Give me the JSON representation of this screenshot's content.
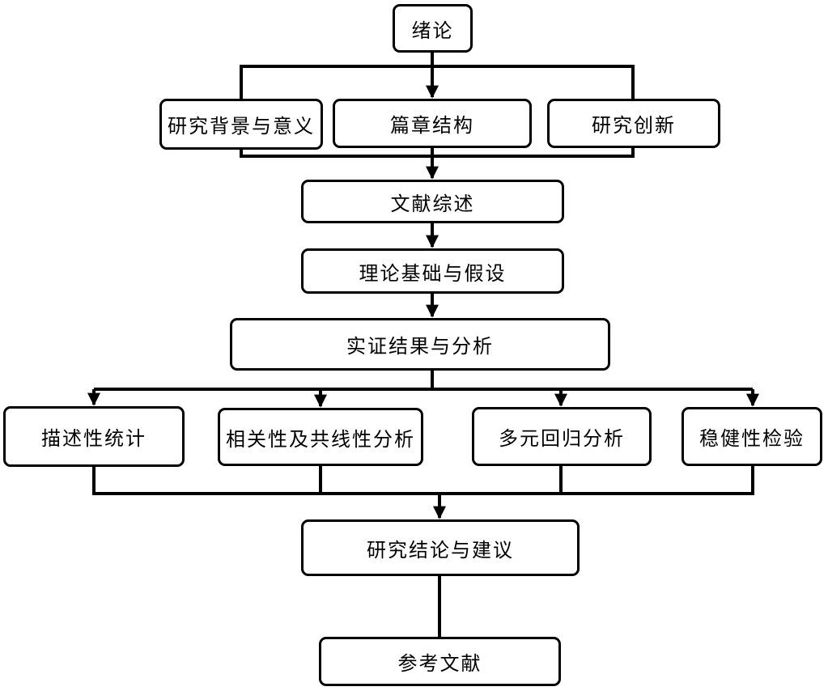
{
  "diagram": {
    "type": "flowchart",
    "background_color": "#ffffff",
    "line_color": "#000000",
    "node_fill_color": "#ffffff",
    "node_border_color": "#000000",
    "nodes": [
      {
        "id": "intro",
        "label": "绪论"
      },
      {
        "id": "background",
        "label": "研究背景与意义"
      },
      {
        "id": "structure",
        "label": "篇章结构"
      },
      {
        "id": "innovation",
        "label": "研究创新"
      },
      {
        "id": "literature",
        "label": "文献综述"
      },
      {
        "id": "theory",
        "label": "理论基础与假设"
      },
      {
        "id": "empirical",
        "label": "实证结果与分析"
      },
      {
        "id": "descriptive",
        "label": "描述性统计"
      },
      {
        "id": "correlation",
        "label": "相关性及共线性分析"
      },
      {
        "id": "regression",
        "label": "多元回归分析"
      },
      {
        "id": "robustness",
        "label": "稳健性检验"
      },
      {
        "id": "conclusion",
        "label": "研究结论与建议"
      },
      {
        "id": "references",
        "label": "参考文献"
      }
    ],
    "edges": [
      {
        "from": "intro",
        "to": "structure",
        "arrowhead": true
      },
      {
        "from": "intro",
        "to": "background",
        "arrowhead": false,
        "via": "bracket"
      },
      {
        "from": "intro",
        "to": "innovation",
        "arrowhead": false,
        "via": "bracket"
      },
      {
        "from": "structure",
        "to": "literature",
        "arrowhead": true
      },
      {
        "from": "literature",
        "to": "theory",
        "arrowhead": true
      },
      {
        "from": "theory",
        "to": "empirical",
        "arrowhead": true
      },
      {
        "from": "empirical",
        "to": "descriptive",
        "arrowhead": true
      },
      {
        "from": "empirical",
        "to": "correlation",
        "arrowhead": true
      },
      {
        "from": "empirical",
        "to": "regression",
        "arrowhead": true
      },
      {
        "from": "empirical",
        "to": "robustness",
        "arrowhead": true
      },
      {
        "from": "descriptive",
        "to": "conclusion",
        "arrowhead": true
      },
      {
        "from": "correlation",
        "to": "conclusion",
        "arrowhead": true
      },
      {
        "from": "regression",
        "to": "conclusion",
        "arrowhead": true
      },
      {
        "from": "robustness",
        "to": "conclusion",
        "arrowhead": true
      },
      {
        "from": "conclusion",
        "to": "references",
        "arrowhead": false
      }
    ]
  }
}
